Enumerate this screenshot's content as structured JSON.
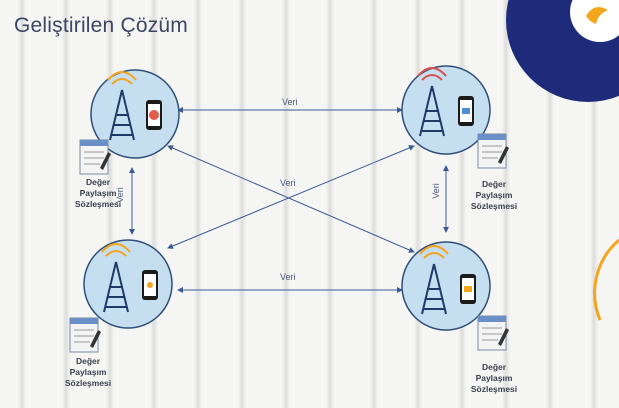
{
  "title": "Geliştirilen Çözüm",
  "connection_label": "Veri",
  "contract": {
    "line1": "Değer",
    "line2": "Paylaşım",
    "line3": "Sözleşmesi"
  },
  "colors": {
    "node_fill": "#c5dff0",
    "node_stroke": "#2f4e7a",
    "tower": "#1f3a68",
    "arrow": "#3b5a96",
    "logo_navy": "#1d2b7a",
    "logo_orange": "#f5a51c"
  }
}
